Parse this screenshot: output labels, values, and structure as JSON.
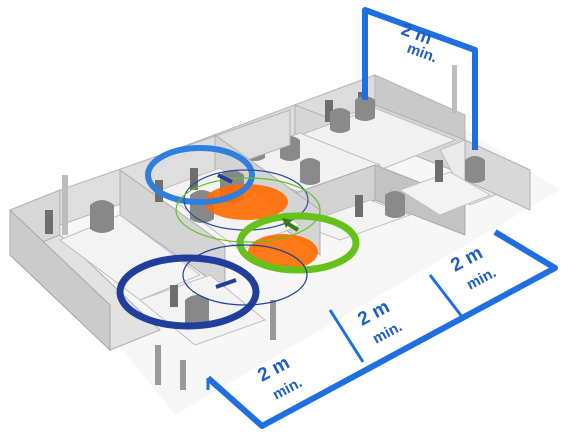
{
  "dimensions": {
    "top": {
      "value": "2 m",
      "note": "min."
    },
    "front_left": {
      "value": "2 m",
      "note": "min."
    },
    "front_middle": {
      "value": "2 m",
      "note": "min."
    },
    "front_right": {
      "value": "2 m",
      "note": "min."
    }
  },
  "colors": {
    "dimension_line": "#1f6fe0",
    "panel_light": "#e4e4e4",
    "panel_mid": "#cfcfcf",
    "panel_dark": "#a9a9a9",
    "desk_top": "#f2f2f2",
    "chair": "#8c8c8c",
    "zone_orange": "#ff6a00",
    "ring_blue_light": "#2f7fe0",
    "ring_blue_dark": "#1f3f9a",
    "ring_green": "#66c21a"
  },
  "icons": [
    "workstation-cluster",
    "distance-ring",
    "direction-arrow"
  ]
}
